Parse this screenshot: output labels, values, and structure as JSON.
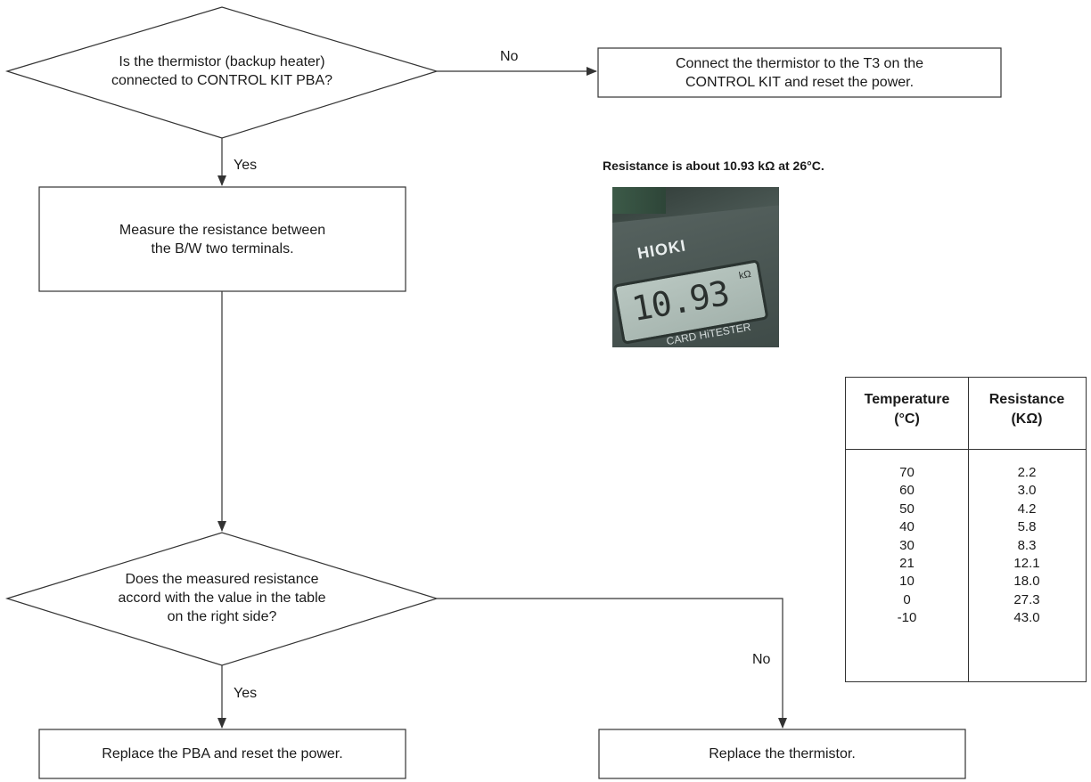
{
  "flowchart": {
    "decision1": "Is the thermistor (backup heater)\nconnected to CONTROL KIT PBA?",
    "action_connect": "Connect the thermistor to the T3 on the\nCONTROL KIT and reset the power.",
    "action_measure": "Measure the resistance between\nthe B/W two terminals.",
    "decision2": "Does the measured resistance\naccord with the value in the table\non the right side?",
    "action_replace_pba": "Replace the PBA and reset the power.",
    "action_replace_thermistor": "Replace the thermistor.",
    "label_no_1": "No",
    "label_yes_1": "Yes",
    "label_no_2": "No",
    "label_yes_2": "Yes"
  },
  "photo": {
    "caption": "Resistance is about 10.93 kΩ at 26°C.",
    "brand": "HIOKI",
    "display_value": "10.93",
    "display_unit": "kΩ",
    "model_text": "CARD HiTESTER"
  },
  "table": {
    "headers": [
      {
        "name": "Temperature",
        "unit": "(°C)"
      },
      {
        "name": "Resistance",
        "unit": "(KΩ)"
      }
    ],
    "rows": [
      [
        "70",
        "2.2"
      ],
      [
        "60",
        "3.0"
      ],
      [
        "50",
        "4.2"
      ],
      [
        "40",
        "5.8"
      ],
      [
        "30",
        "8.3"
      ],
      [
        "21",
        "12.1"
      ],
      [
        "10",
        "18.0"
      ],
      [
        "0",
        "27.3"
      ],
      [
        "-10",
        "43.0"
      ]
    ]
  },
  "colors": {
    "line": "#333333",
    "text": "#1a1a1a"
  }
}
